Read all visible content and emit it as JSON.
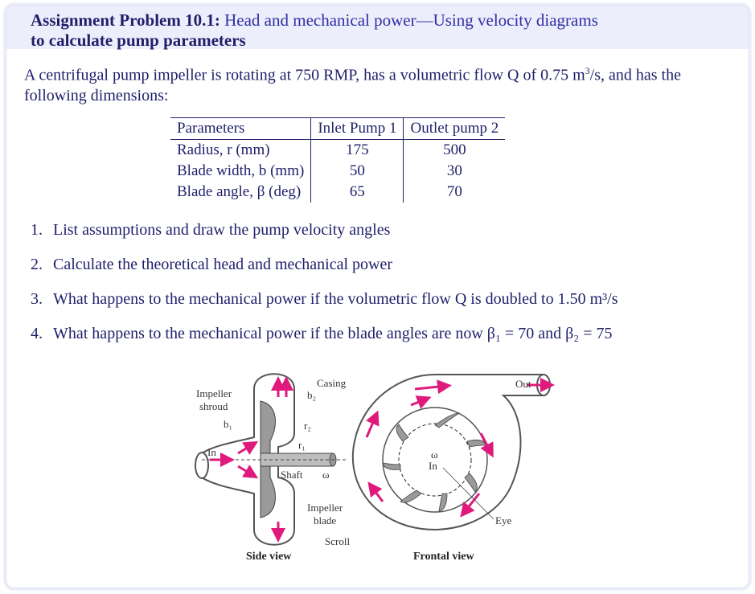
{
  "title": {
    "prefix": "Assignment Problem 10.1: ",
    "highlight": "Head and mechanical power",
    "rest_line1": "—Using velocity diagrams",
    "line2": "to calculate pump parameters"
  },
  "intro": {
    "part1": "A centrifugal pump impeller is rotating at 750 RMP, has a volumetric flow Q of 0.75 m",
    "sup": "3",
    "part2": "/s, and has the following dimensions:"
  },
  "table": {
    "headers": [
      "Parameters",
      "Inlet Pump 1",
      "Outlet pump 2"
    ],
    "rows": [
      [
        "Radius, r (mm)",
        "175",
        "500"
      ],
      [
        "Blade width, b (mm)",
        "50",
        "30"
      ],
      [
        "Blade angle, β (deg)",
        "65",
        "70"
      ]
    ]
  },
  "questions": [
    {
      "num": "1.",
      "text": "List assumptions and draw the pump velocity angles"
    },
    {
      "num": "2.",
      "text": "Calculate the theoretical head and mechanical power"
    },
    {
      "num": "3.",
      "text": "What happens to the mechanical power if the volumetric flow Q is doubled to 1.50 m³/s"
    },
    {
      "num": "4.",
      "text": "What happens to the mechanical power if the blade angles are now β₁ = 70 and β₂ = 75"
    }
  ],
  "figure": {
    "labels": {
      "impeller_shroud_1": "Impeller",
      "impeller_shroud_2": "shroud",
      "casing": "Casing",
      "b2": "b₂",
      "b1": "b₁",
      "r2": "r₂",
      "r1": "r₁",
      "in_side": "In",
      "shaft": "Shaft",
      "omega_side": "ω",
      "impeller_blade_1": "Impeller",
      "impeller_blade_2": "blade",
      "scroll": "Scroll",
      "out": "Out",
      "omega_front": "ω",
      "in_front": "In",
      "eye": "Eye"
    },
    "captions": {
      "side": "Side view",
      "front": "Frontal view"
    },
    "colors": {
      "arrow": "#e0197d",
      "blade": "#9a9a9a",
      "casing": "#555555"
    }
  }
}
